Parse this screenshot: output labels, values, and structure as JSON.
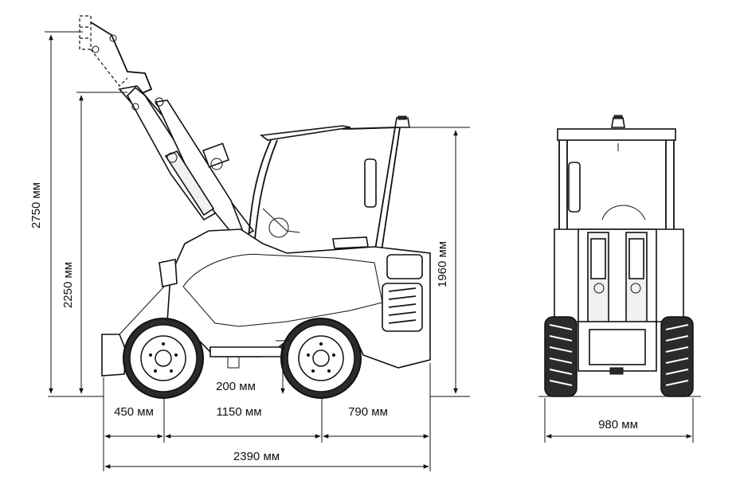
{
  "dimensions": {
    "max_lift_height": "2750 мм",
    "hinge_pin_height": "2250 мм",
    "overall_height": "1960 мм",
    "ground_clearance": "200 мм",
    "front_overhang": "450 мм",
    "wheelbase": "1150 мм",
    "rear_overhang": "790 мм",
    "overall_length": "2390 мм",
    "overall_width": "980 мм"
  },
  "icons": {
    "side_view": "mini-loader-side-view",
    "front_view": "mini-loader-front-view"
  }
}
